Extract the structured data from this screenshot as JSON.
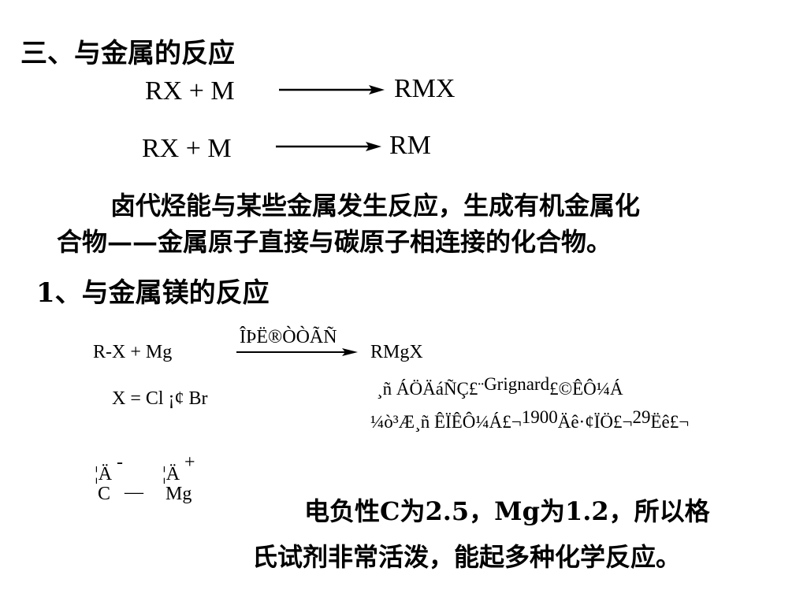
{
  "section_title": "三、与金属的反应",
  "reactions": [
    {
      "reactants": "RX  +   M",
      "product": "RMX"
    },
    {
      "reactants": "RX  +   M",
      "product": "RM"
    }
  ],
  "intro": {
    "line1": "卤代烃能与某些金属发生反应，生成有机金属化",
    "line2": "合物——金属原子直接与碳原子相连接的化合物。"
  },
  "subsection_title": "1、与金属镁的反应",
  "grignard": {
    "reactant": "R-X   +   Mg",
    "arrow_label": "ÎÞË®ÒÒÃÑ",
    "product": "RMgX",
    "halogens": "X = Cl ¡¢ Br",
    "note1_a": "¸ñ ÁÖÄáÑÇ£¨",
    "note1_b": "Grignard",
    "note1_c": "£©ÊÔ¼Á",
    "note2_a": "¼ò³Æ¸ñ ÊÏÊÔ¼Á£¬",
    "note2_b": "1900",
    "note2_c": "Äê·¢ÏÖ£¬",
    "note2_d": "29",
    "note2_e": "Ëê£¬"
  },
  "polarity": {
    "delta_minus": "¦Ä",
    "sign_minus": "-",
    "delta_plus": "¦Ä",
    "sign_plus": "+",
    "carbon": "C",
    "bond": "—",
    "metal": "Mg"
  },
  "conclusion": {
    "line1": "电负性C为2.5，Mg为1.2，所以格",
    "line2": "氏试剂非常活泼，能起多种化学反应。"
  }
}
